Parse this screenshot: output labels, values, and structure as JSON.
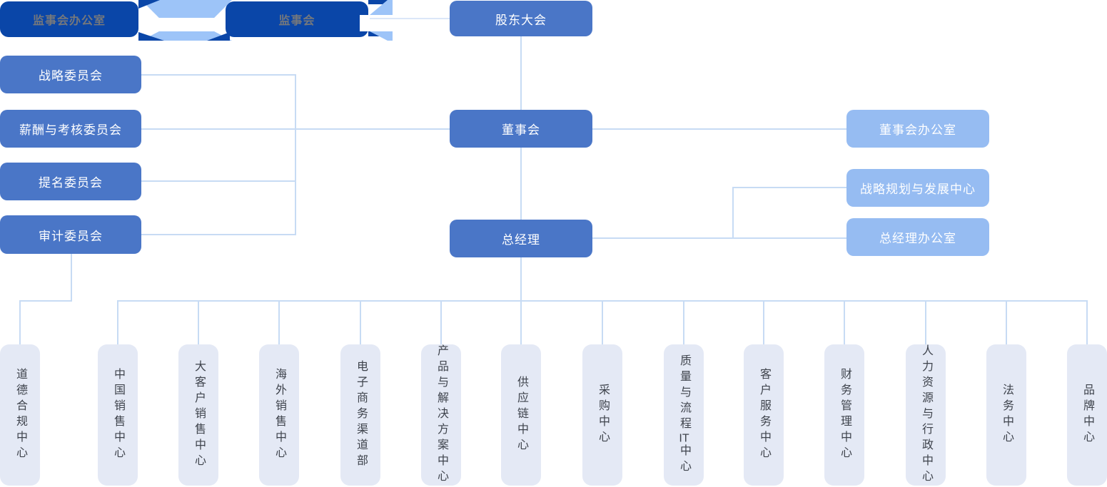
{
  "palette": {
    "primary_blue": "#4a76c7",
    "light_blue": "#96bcf2",
    "dark_blue": "#0a46a8",
    "department_fill": "#e4e9f5",
    "connector_line": "#c7dbf4",
    "pale_line": "#dbe7f8",
    "text_on_dark": "#75787c",
    "department_text": "#3e434c"
  },
  "nodes": {
    "supervisory_office": "监事会办公室",
    "supervisory_board": "监事会",
    "shareholders_meeting": "股东大会",
    "board_of_directors": "董事会",
    "general_manager": "总经理"
  },
  "committees": [
    {
      "label": "战略委员会"
    },
    {
      "label": "薪酬与考核委员会"
    },
    {
      "label": "提名委员会"
    },
    {
      "label": "审计委员会"
    }
  ],
  "offices": [
    {
      "label": "董事会办公室"
    },
    {
      "label": "战略规划与发展中心"
    },
    {
      "label": "总经理办公室"
    }
  ],
  "departments": [
    {
      "label": "道德合规中心"
    },
    {
      "label": "中国销售中心"
    },
    {
      "label": "大客户销售中心"
    },
    {
      "label": "海外销售中心"
    },
    {
      "label": "电子商务渠道部"
    },
    {
      "label": "产品与解决方案中心"
    },
    {
      "label": "供应链中心"
    },
    {
      "label": "采购中心"
    },
    {
      "label": "质量与流程IT中心"
    },
    {
      "label": "客户服务中心"
    },
    {
      "label": "财务管理中心"
    },
    {
      "label": "人力资源与行政中心"
    },
    {
      "label": "法务中心"
    },
    {
      "label": "品牌中心"
    }
  ]
}
